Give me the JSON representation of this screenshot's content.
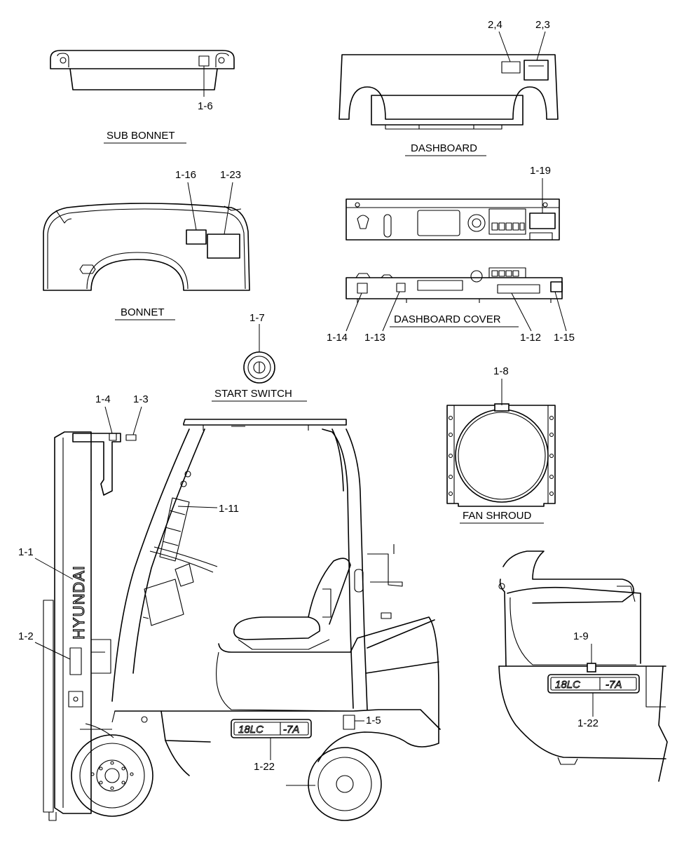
{
  "titles": {
    "sub_bonnet": "SUB BONNET",
    "dashboard": "DASHBOARD",
    "bonnet": "BONNET",
    "dashboard_cover": "DASHBOARD COVER",
    "start_switch": "START SWITCH",
    "fan_shroud": "FAN SHROUD"
  },
  "callouts": {
    "c1_6": "1-6",
    "c2_4": "2,4",
    "c2_3": "2,3",
    "c1_16": "1-16",
    "c1_23": "1-23",
    "c1_19": "1-19",
    "c1_14": "1-14",
    "c1_13": "1-13",
    "c1_12": "1-12",
    "c1_15": "1-15",
    "c1_7": "1-7",
    "c1_8": "1-8",
    "c1_4": "1-4",
    "c1_3": "1-3",
    "c1_11": "1-11",
    "c1_1": "1-1",
    "c1_2": "1-2",
    "c1_5": "1-5",
    "c1_22_left": "1-22",
    "c1_9": "1-9",
    "c1_22_right": "1-22"
  },
  "decals": {
    "brand": "HYUNDAI",
    "model_left": "18LC",
    "suffix_left": "-7A",
    "model_right": "18LC",
    "suffix_right": "-7A"
  }
}
